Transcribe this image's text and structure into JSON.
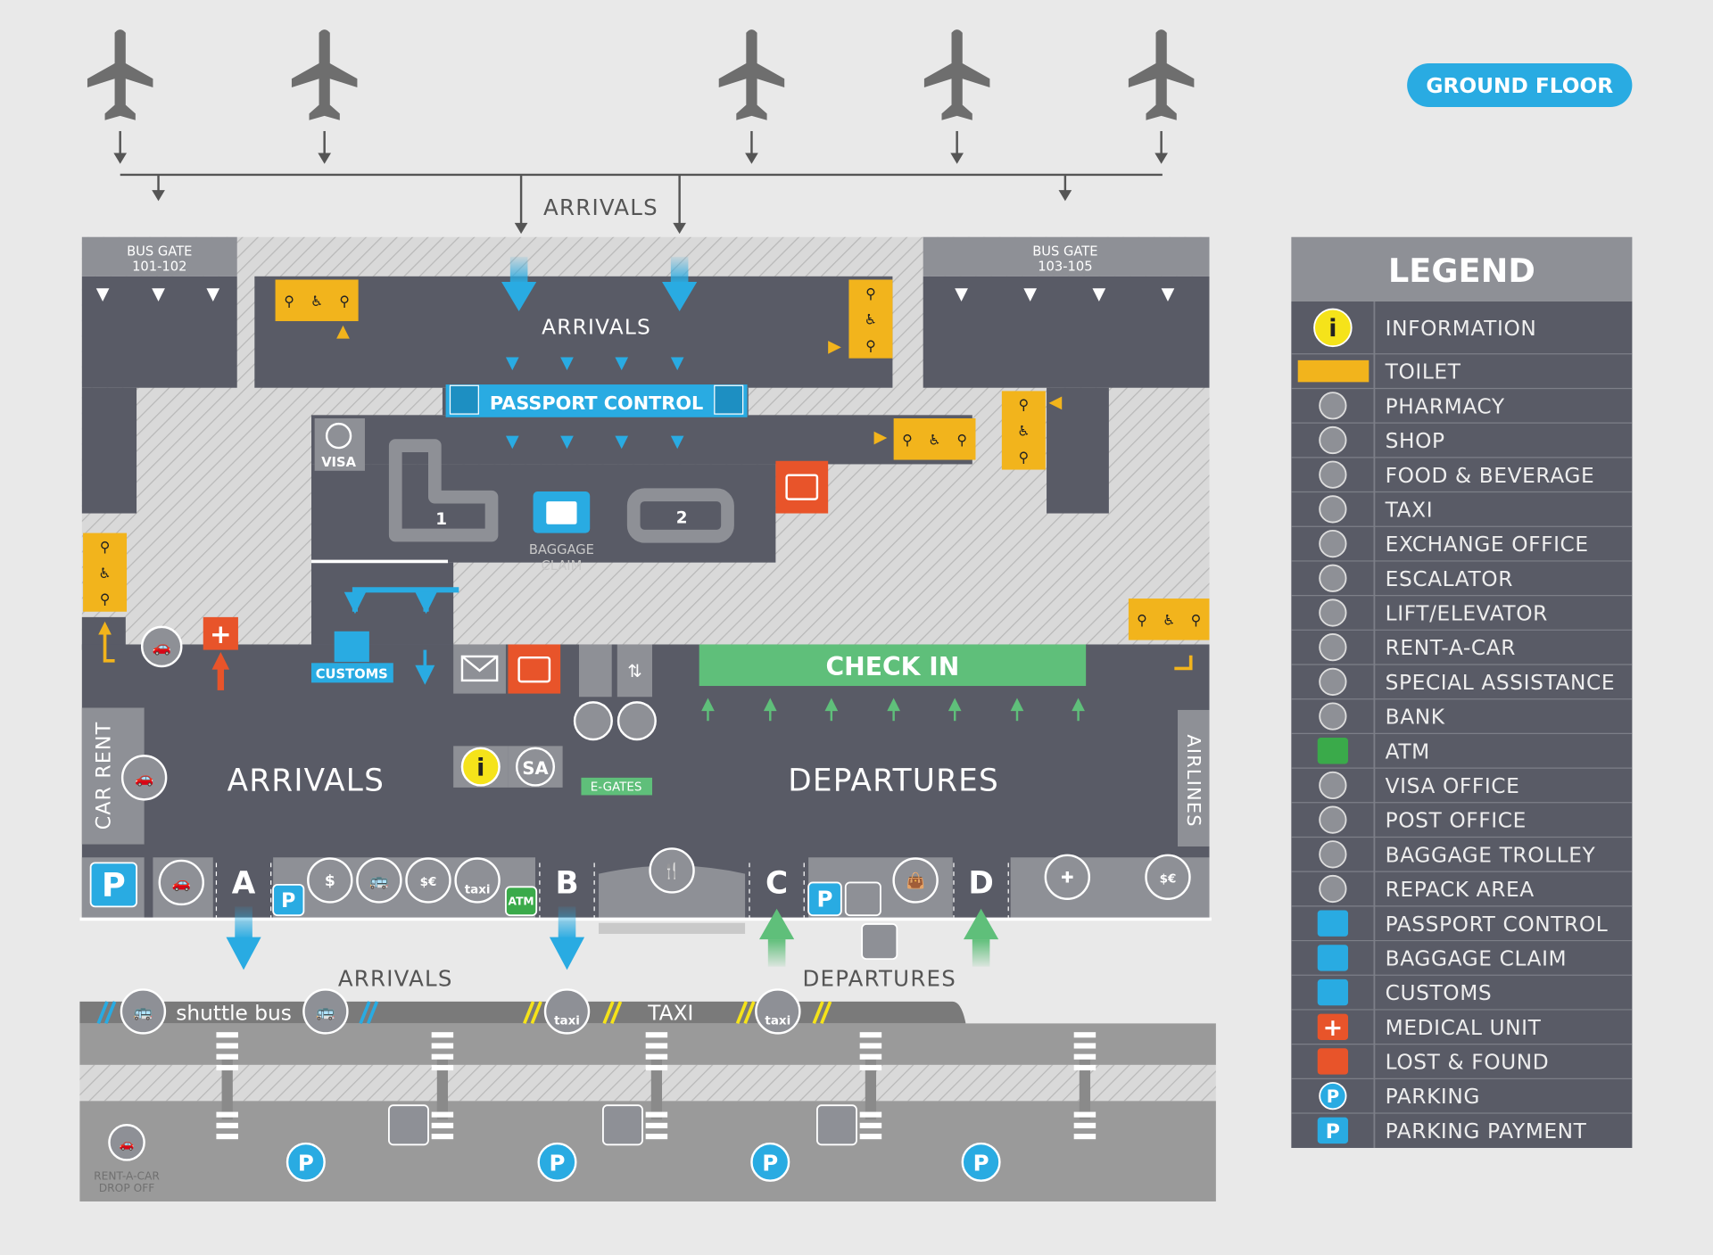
{
  "floor_label": "GROUND FLOOR",
  "top": {
    "arrivals": "ARRIVALS"
  },
  "bus_gates": [
    {
      "label": "BUS GATE",
      "range": "101-102"
    },
    {
      "label": "BUS GATE",
      "range": "103-105"
    }
  ],
  "halls": {
    "arrivals_upper": "ARRIVALS",
    "passport_control": "PASSPORT CONTROL",
    "visa": "VISA",
    "belt_1": "1",
    "belt_2": "2",
    "baggage_claim_1": "BAGGAGE",
    "baggage_claim_2": "CLAIM",
    "customs": "CUSTOMS",
    "check_in": "CHECK IN",
    "arrivals": "ARRIVALS",
    "departures": "DEPARTURES",
    "car_rent": "CAR RENT",
    "airlines": "AIRLINES",
    "e_gates": "E-GATES",
    "info": "i",
    "special_assistance": "SA"
  },
  "exits": [
    "A",
    "B",
    "C",
    "D"
  ],
  "icon_text": {
    "parking": "P",
    "taxi": "taxi",
    "atm": "ATM",
    "bank": "$",
    "exchange": "$€"
  },
  "forecourt": {
    "arrivals": "ARRIVALS",
    "departures": "DEPARTURES",
    "shuttle_bus": "shuttle bus",
    "taxi": "TAXI",
    "dropoff_1": "RENT-A-CAR",
    "dropoff_2": "DROP OFF"
  },
  "legend": {
    "title": "LEGEND",
    "items": [
      {
        "label": "INFORMATION",
        "icon": "information-icon"
      },
      {
        "label": "TOILET",
        "icon": "toilet-icon"
      },
      {
        "label": "PHARMACY",
        "icon": "pharmacy-icon"
      },
      {
        "label": "SHOP",
        "icon": "shop-icon"
      },
      {
        "label": "FOOD & BEVERAGE",
        "icon": "food-beverage-icon"
      },
      {
        "label": "TAXI",
        "icon": "taxi-icon"
      },
      {
        "label": "EXCHANGE OFFICE",
        "icon": "exchange-office-icon"
      },
      {
        "label": "ESCALATOR",
        "icon": "escalator-icon"
      },
      {
        "label": "LIFT/ELEVATOR",
        "icon": "lift-icon"
      },
      {
        "label": "RENT-A-CAR",
        "icon": "rent-a-car-icon"
      },
      {
        "label": "SPECIAL ASSISTANCE",
        "icon": "special-assistance-icon"
      },
      {
        "label": "BANK",
        "icon": "bank-icon"
      },
      {
        "label": "ATM",
        "icon": "atm-icon"
      },
      {
        "label": "VISA OFFICE",
        "icon": "visa-office-icon"
      },
      {
        "label": "POST OFFICE",
        "icon": "post-office-icon"
      },
      {
        "label": "BAGGAGE TROLLEY",
        "icon": "baggage-trolley-icon"
      },
      {
        "label": "REPACK AREA",
        "icon": "repack-area-icon"
      },
      {
        "label": "PASSPORT CONTROL",
        "icon": "passport-control-icon"
      },
      {
        "label": "BAGGAGE CLAIM",
        "icon": "baggage-claim-icon"
      },
      {
        "label": "CUSTOMS",
        "icon": "customs-icon"
      },
      {
        "label": "MEDICAL UNIT",
        "icon": "medical-unit-icon"
      },
      {
        "label": "LOST & FOUND",
        "icon": "lost-found-icon"
      },
      {
        "label": "PARKING",
        "icon": "parking-icon"
      },
      {
        "label": "PARKING PAYMENT",
        "icon": "parking-payment-icon"
      }
    ]
  },
  "colors": {
    "building": "#595b66",
    "accent_blue": "#29abe2",
    "toilet_yellow": "#f2b41c",
    "check_in_green": "#5fbf7a",
    "medical_red": "#e8542a",
    "background": "#e9e9e9"
  }
}
